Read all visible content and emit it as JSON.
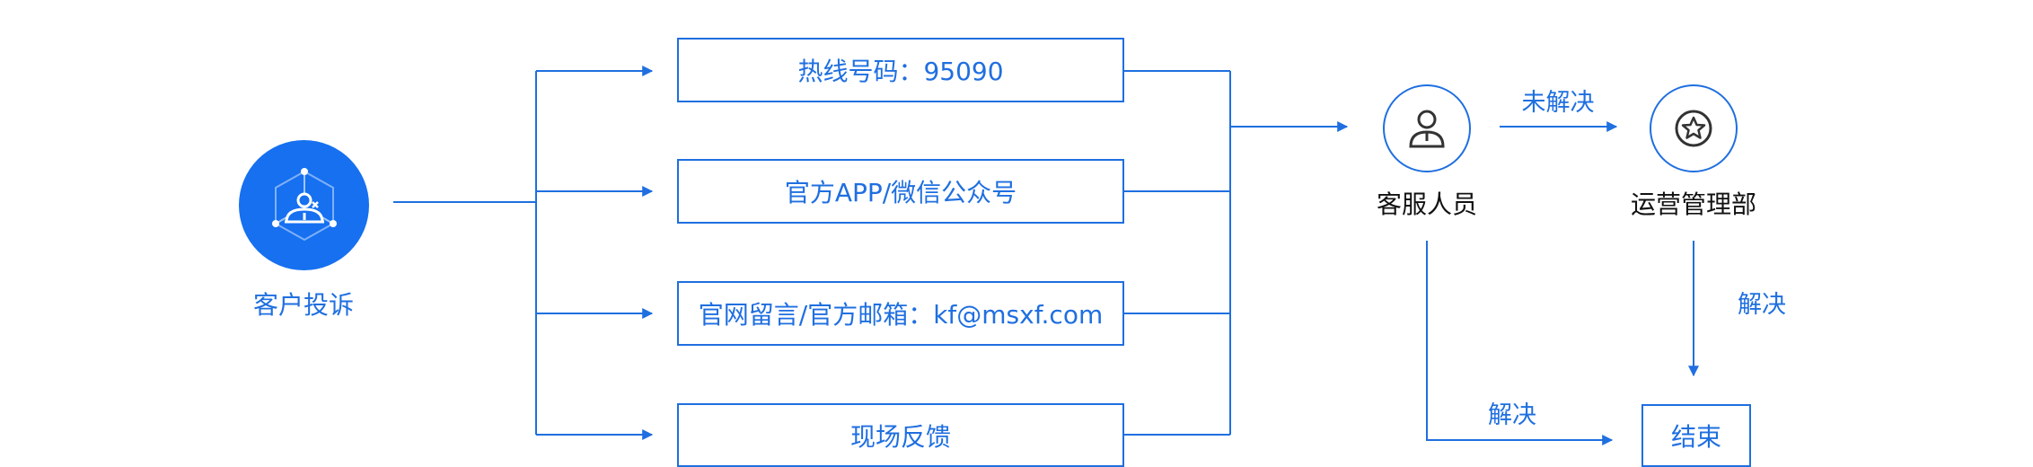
{
  "origin": {
    "label": "客户投诉",
    "icon": "complaint-person-icon"
  },
  "channels": [
    {
      "label": "热线号码：95090"
    },
    {
      "label": "官方APP/微信公众号"
    },
    {
      "label": "官网留言/官方邮箱：kf@msxf.com"
    },
    {
      "label": "现场反馈"
    }
  ],
  "agent": {
    "label": "客服人员",
    "icon": "customer-service-person-icon"
  },
  "ops": {
    "label": "运营管理部",
    "icon": "star-icon"
  },
  "end": {
    "label": "结束"
  },
  "edges": {
    "unresolved": "未解决",
    "resolved_ops": "解决",
    "resolved_agent": "解决"
  },
  "colors": {
    "accent": "#1f6fe0",
    "origin_fill": "#1670f0",
    "text_dark": "#111111"
  }
}
